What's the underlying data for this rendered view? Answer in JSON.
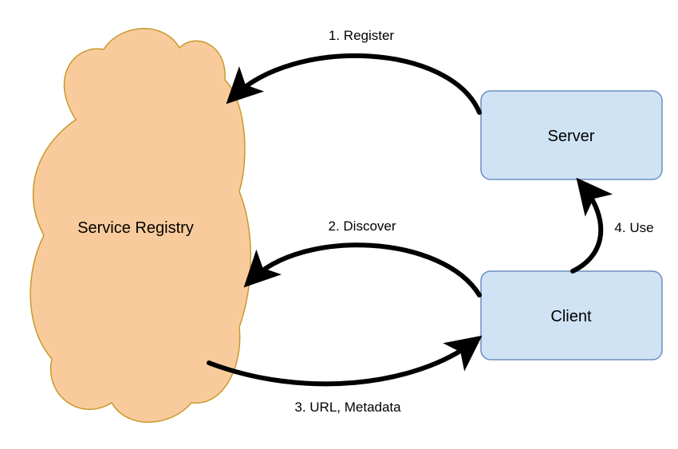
{
  "diagram": {
    "nodes": {
      "registry": {
        "label": "Service Registry"
      },
      "server": {
        "label": "Server"
      },
      "client": {
        "label": "Client"
      }
    },
    "edges": {
      "register": {
        "label": "1. Register"
      },
      "discover": {
        "label": "2. Discover"
      },
      "url_metadata": {
        "label": "3. URL, Metadata"
      },
      "use": {
        "label": "4. Use"
      }
    }
  },
  "colors": {
    "cloud_fill": "#f9cb9c",
    "cloud_stroke": "#c79a2b",
    "box_fill": "#d0e3f5",
    "box_stroke": "#6c8ebf",
    "edge": "#000000"
  }
}
